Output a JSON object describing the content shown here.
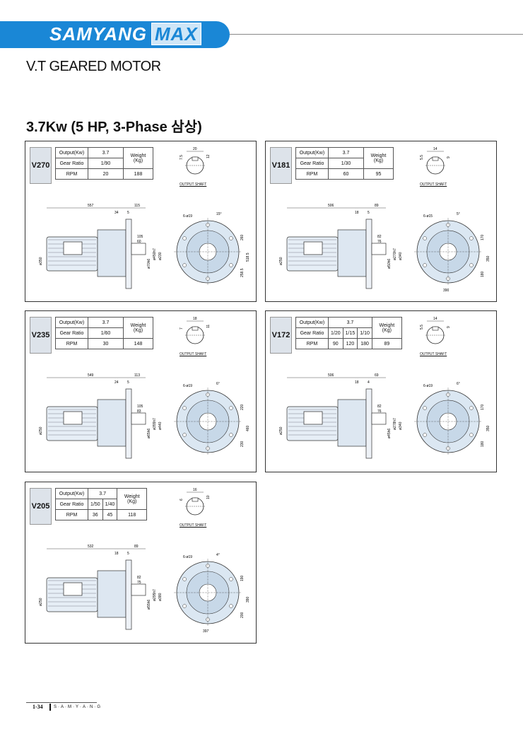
{
  "header": {
    "brand": "SAMYANG",
    "brand_suffix": "MAX",
    "subtitle": "V.T GEARED MOTOR",
    "section_title": "3.7Kw (5 HP, 3-Phase 삼상)"
  },
  "labels": {
    "output": "Output(Kw)",
    "gear_ratio": "Gear Ratio",
    "rpm": "RPM",
    "weight": "Weight",
    "weight_unit": "(Kg)",
    "output_shaft": "OUTPUT SHAFT"
  },
  "panels": [
    {
      "model": "V270",
      "output": "3.7",
      "ratios": [
        "1/90"
      ],
      "rpms": [
        "20"
      ],
      "weight": "188",
      "shaft": {
        "w": "20",
        "h": "12",
        "d": "7.5"
      },
      "dims": {
        "overall": "557",
        "a": "34",
        "b": "5",
        "c": "115",
        "d": "105",
        "e": "60",
        "bolt": "6-ø19",
        "ang": "15°",
        "d1": "ø350",
        "d2": "ø450h7",
        "d3": "ø230",
        "d4": "ø70h6",
        "h1": "260",
        "h2": "518.5",
        "h3": "258.5"
      }
    },
    {
      "model": "V181",
      "output": "3.7",
      "ratios": [
        "1/30"
      ],
      "rpms": [
        "60"
      ],
      "weight": "95",
      "shaft": {
        "w": "14",
        "h": "9",
        "d": "5.5"
      },
      "dims": {
        "overall": "506",
        "a": "18",
        "b": "5",
        "c": "89",
        "d": "82",
        "e": "76",
        "bolt": "6-ø15",
        "ang": "5°",
        "d1": "ø250",
        "d2": "ø270h7",
        "d3": "ø340",
        "d4": "ø50h6",
        "h1": "170",
        "h2": "350",
        "h3": "180",
        "w": "390"
      }
    },
    {
      "model": "V235",
      "output": "3.7",
      "ratios": [
        "1/60"
      ],
      "rpms": [
        "30"
      ],
      "weight": "148",
      "shaft": {
        "w": "18",
        "h": "11",
        "d": "7"
      },
      "dims": {
        "overall": "549",
        "a": "24",
        "b": "5",
        "c": "113",
        "d": "105",
        "e": "83",
        "bolt": "6-ø19",
        "ang": "6°",
        "d1": "ø250",
        "d2": "ø355h7",
        "d3": "ø440",
        "d4": "ø65h6",
        "h1": "220",
        "h2": "460",
        "h3": "230"
      }
    },
    {
      "model": "V172",
      "output": "3.7",
      "ratios": [
        "1/20",
        "1/15",
        "1/10"
      ],
      "rpms": [
        "90",
        "120",
        "180"
      ],
      "weight": "89",
      "shaft": {
        "w": "14",
        "h": "9",
        "d": "5.5"
      },
      "dims": {
        "overall": "506",
        "a": "18",
        "b": "4",
        "c": "69",
        "d": "82",
        "e": "76",
        "bolt": "6-ø19",
        "ang": "6°",
        "d1": "ø250",
        "d2": "ø278h7",
        "d3": "ø340",
        "d4": "ø45h6",
        "h1": "170",
        "h2": "350",
        "h3": "180"
      }
    },
    {
      "model": "V205",
      "output": "3.7",
      "ratios": [
        "1/50",
        "1/40"
      ],
      "rpms": [
        "36",
        "45"
      ],
      "weight": "118",
      "shaft": {
        "w": "16",
        "h": "10",
        "d": "6"
      },
      "dims": {
        "overall": "532",
        "a": "18",
        "b": "5",
        "c": "89",
        "d": "82",
        "e": "75",
        "bolt": "6-ø19",
        "ang": "4°",
        "d1": "ø250",
        "d2": "ø295h7",
        "d3": "ø380",
        "d4": "ø55h6",
        "h1": "190",
        "h2": "390",
        "h3": "200",
        "w": "397"
      }
    }
  ],
  "footer": {
    "page": "1-34",
    "brand": "S·A·M·Y·A·N·G"
  }
}
